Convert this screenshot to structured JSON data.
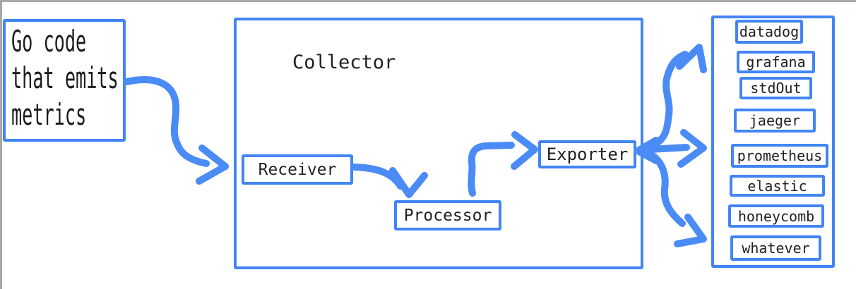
{
  "palette": {
    "accent_blue": "#4285f4",
    "arrow_blue": "#4a8bf5",
    "text_color": "#202124",
    "frame_gray": "#a8a8a8",
    "background": "#ffffff"
  },
  "source_box": {
    "lines": [
      "Go code",
      "that emits",
      "metrics"
    ]
  },
  "collector": {
    "title": "Collector",
    "stages": [
      {
        "label": "Receiver"
      },
      {
        "label": "Processor"
      },
      {
        "label": "Exporter"
      }
    ]
  },
  "sinks_panel": {
    "items": [
      {
        "label": "datadog"
      },
      {
        "label": "grafana"
      },
      {
        "label": "stdOut"
      },
      {
        "label": "jaeger"
      },
      {
        "label": "prometheus"
      },
      {
        "label": "elastic"
      },
      {
        "label": "honeycomb"
      },
      {
        "label": "whatever"
      }
    ]
  },
  "flows": [
    {
      "from": "Go code that emits metrics",
      "to": "Receiver"
    },
    {
      "from": "Receiver",
      "to": "Processor"
    },
    {
      "from": "Processor",
      "to": "Exporter"
    },
    {
      "from": "Exporter",
      "to": "sinks panel top group"
    },
    {
      "from": "Exporter",
      "to": "sinks panel middle group"
    },
    {
      "from": "Exporter",
      "to": "sinks panel bottom group"
    }
  ]
}
